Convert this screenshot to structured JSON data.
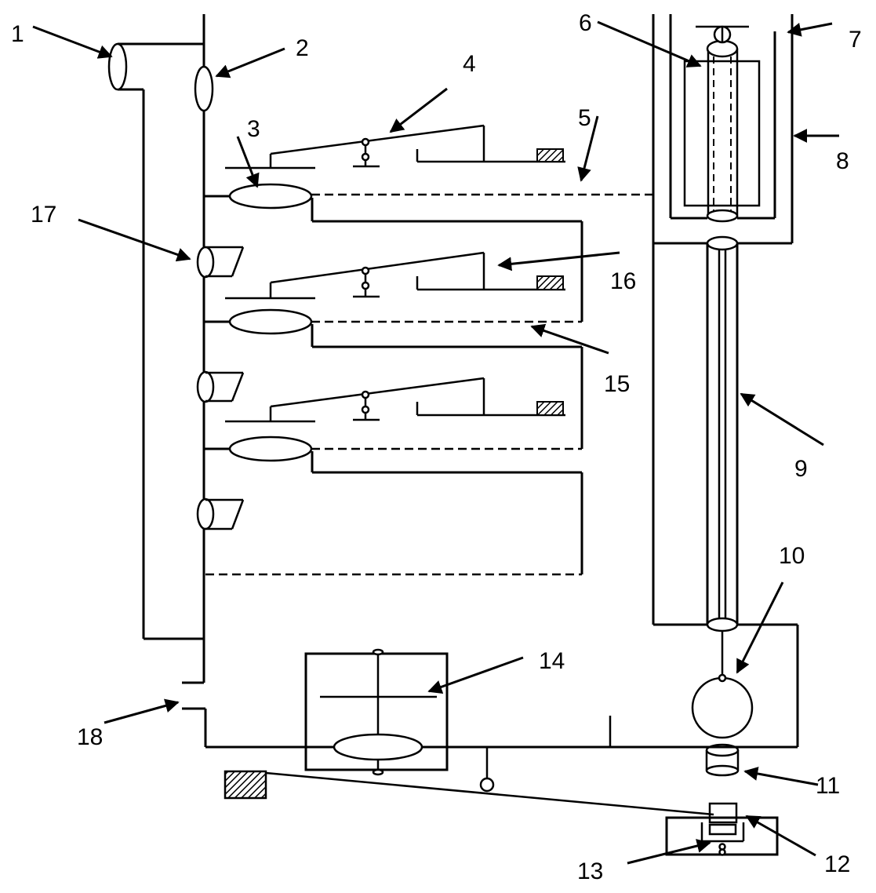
{
  "colors": {
    "line": "#000000",
    "background": "#ffffff",
    "hatch": "#000000"
  },
  "labels": {
    "l1": "1",
    "l2": "2",
    "l3": "3",
    "l4": "4",
    "l5": "5",
    "l6": "6",
    "l7": "7",
    "l8": "8",
    "l9": "9",
    "l10": "10",
    "l11": "11",
    "l12": "12",
    "l13": "13",
    "l14": "14",
    "l15": "15",
    "l16": "16",
    "l17": "17",
    "l18": "18"
  }
}
